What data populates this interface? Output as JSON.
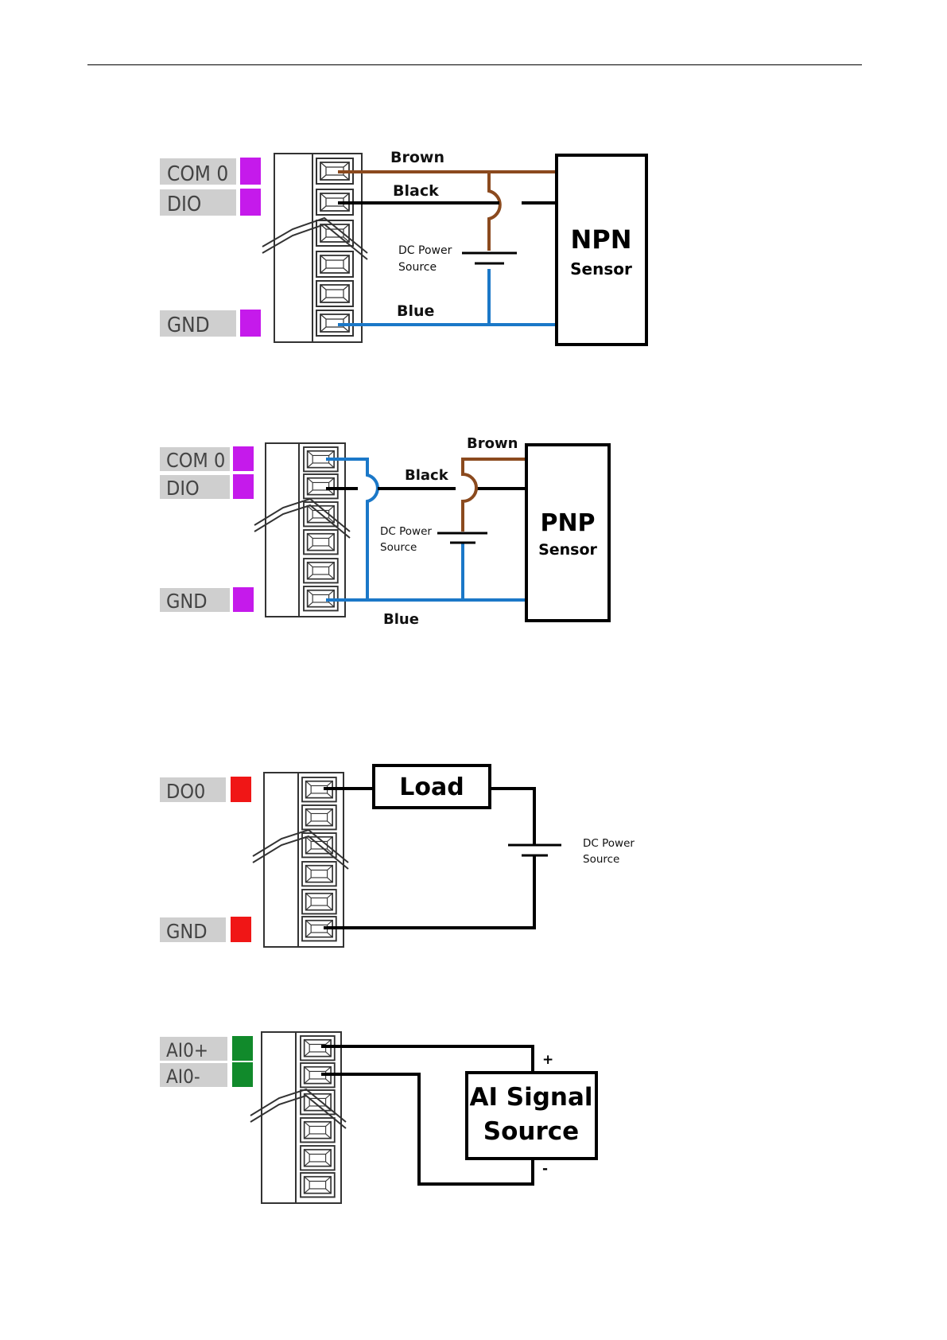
{
  "colors": {
    "brown": "#8B4A1E",
    "blue": "#1B78C8",
    "black": "#000000",
    "purple": "#C51AEB",
    "red": "#F01616",
    "green": "#118A2B",
    "label_bg": "#CFCFCF",
    "label_text": "#444444"
  },
  "npn": {
    "pins": [
      "COM 0",
      "DIO",
      "GND"
    ],
    "wires": {
      "brown": "Brown",
      "black": "Black",
      "blue": "Blue"
    },
    "power": [
      "DC Power",
      "Source"
    ],
    "device": [
      "NPN",
      "Sensor"
    ]
  },
  "pnp": {
    "pins": [
      "COM 0",
      "DIO",
      "GND"
    ],
    "wires": {
      "brown": "Brown",
      "black": "Black",
      "blue": "Blue"
    },
    "power": [
      "DC Power",
      "Source"
    ],
    "device": [
      "PNP",
      "Sensor"
    ]
  },
  "dout": {
    "pins": [
      "DO0",
      "GND"
    ],
    "load": "Load",
    "power": [
      "DC Power",
      "Source"
    ]
  },
  "ain": {
    "pins": [
      "AI0+",
      "AI0-"
    ],
    "device": [
      "AI Signal",
      "Source"
    ],
    "plus": "+",
    "minus": "-"
  }
}
